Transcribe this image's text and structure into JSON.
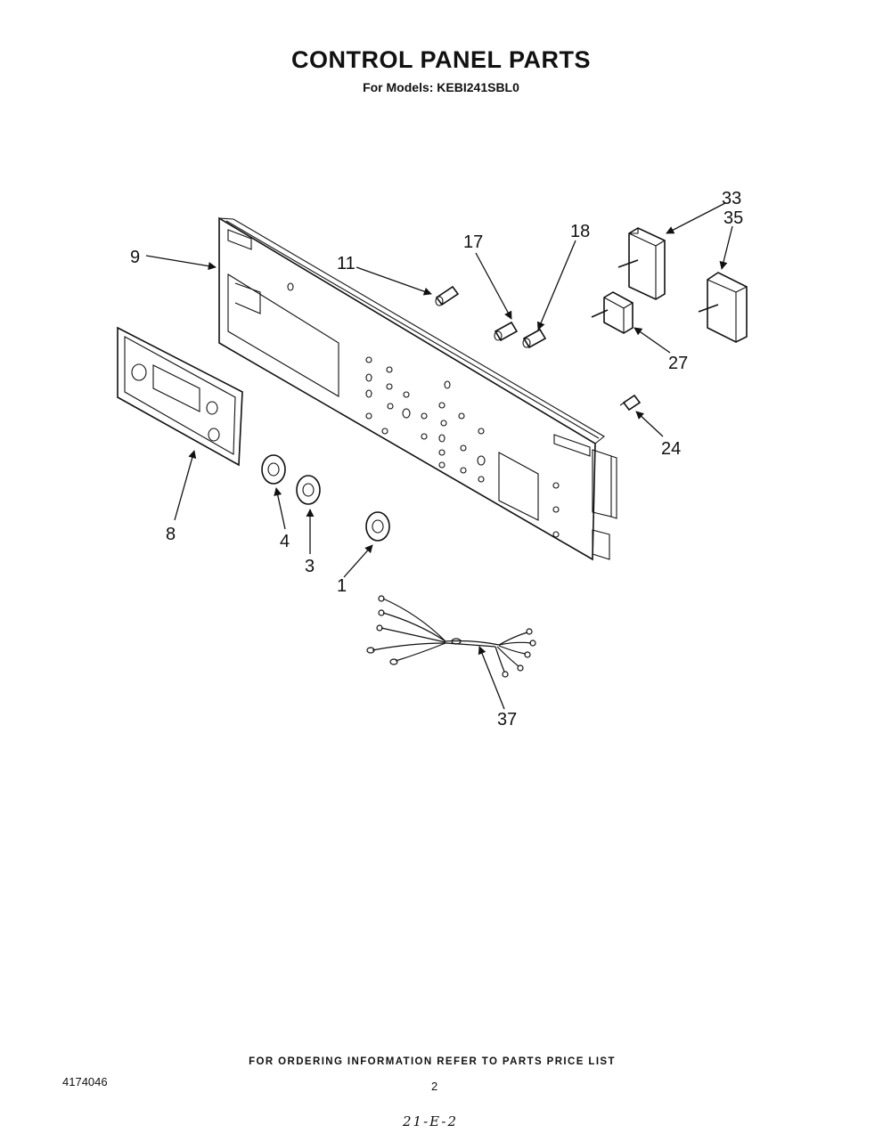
{
  "title": "CONTROL PANEL PARTS",
  "subtitle": "For Models: KEBI241SBL0",
  "callouts": [
    "33",
    "35",
    "17",
    "18",
    "9",
    "11",
    "27",
    "24",
    "8",
    "4",
    "3",
    "1",
    "37"
  ],
  "footer_note": "FOR ORDERING INFORMATION REFER TO PARTS PRICE LIST",
  "doc_number": "4174046",
  "page_number": "2",
  "handwritten_code": "21-E-2"
}
